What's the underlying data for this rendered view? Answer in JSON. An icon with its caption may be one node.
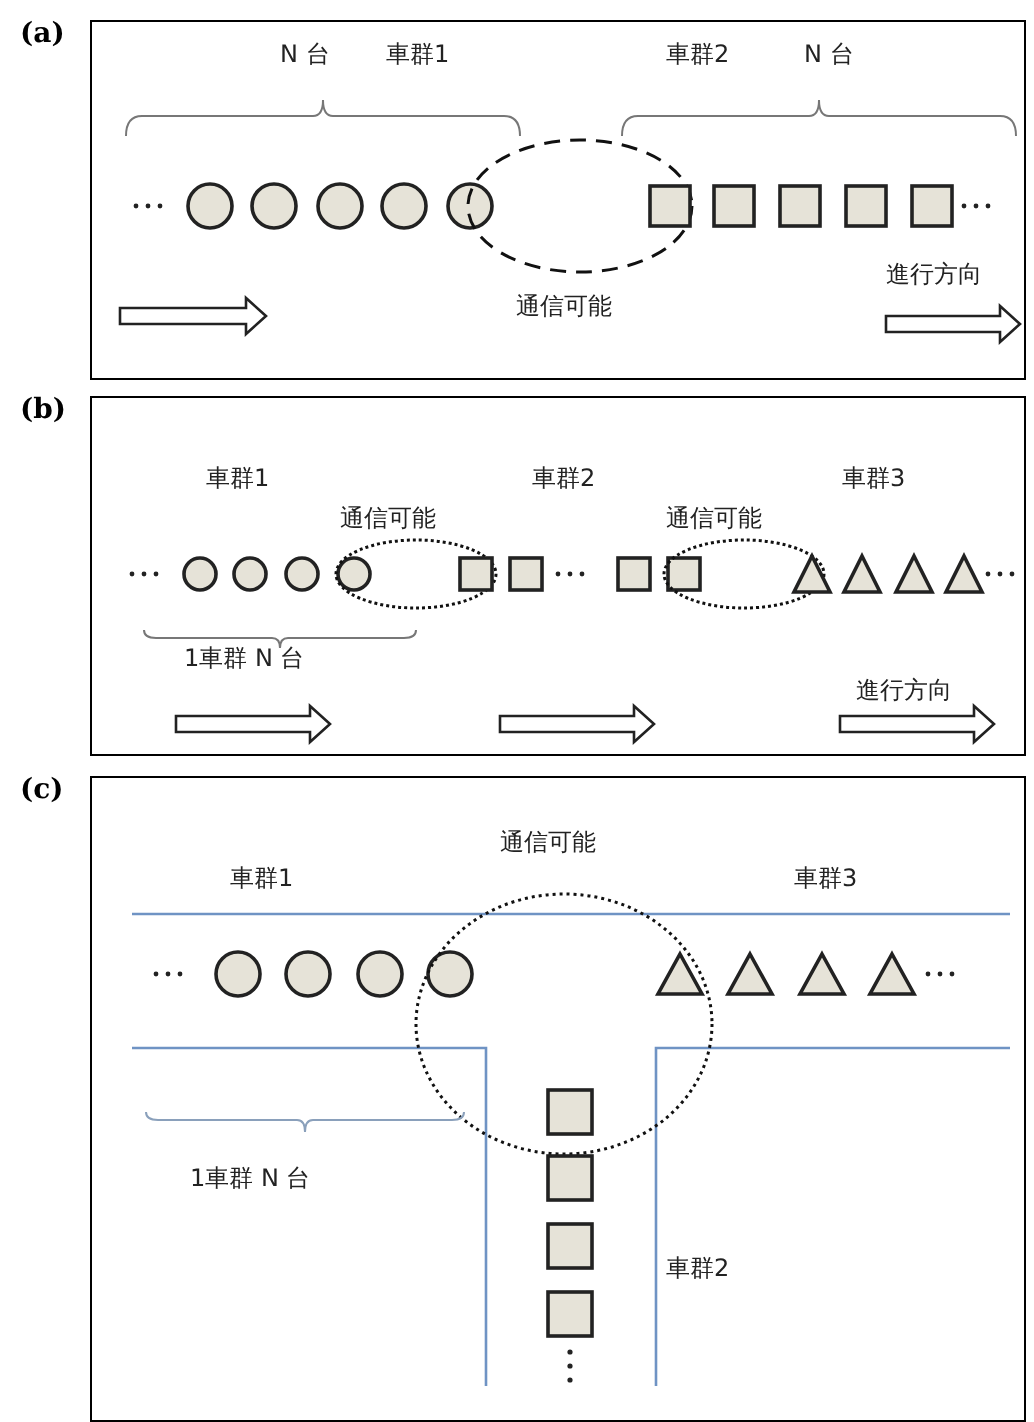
{
  "diagram": {
    "nodes": [
      {
        "text": [
          "(a)",
          "N 台",
          "車群1",
          "車群2",
          "N 台",
          "通信可能",
          "進行方向"
        ]
      },
      {
        "text": [
          "(b)",
          "車群1",
          "車群2",
          "車群3",
          "通信可能",
          "通信可能",
          "1車群 N 台",
          "進行方向"
        ]
      },
      {
        "text": [
          "(c)",
          "通信可能",
          "車群1",
          "車群3",
          "1車群 N 台",
          "車群2"
        ]
      }
    ],
    "edges": []
  }
}
